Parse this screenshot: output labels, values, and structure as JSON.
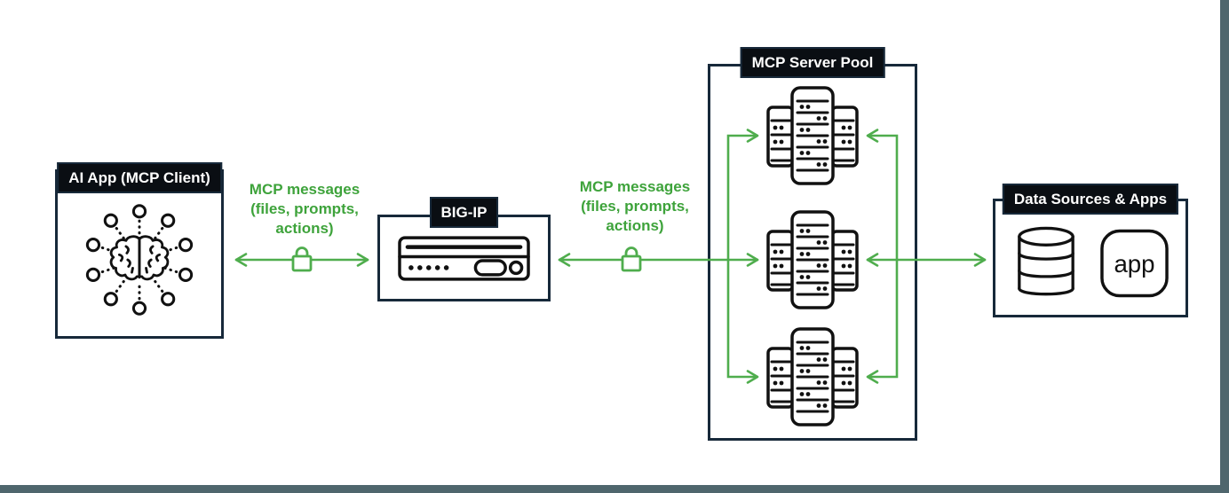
{
  "colors": {
    "arrow_green": "#4fad4d",
    "label_green": "#3ea33b",
    "box_border_navy": "#17293a",
    "title_bar_black": "#0a0e13",
    "icon_black": "#111111",
    "trim_slate": "#4f666d",
    "background": "#ffffff"
  },
  "nodes": {
    "ai_app": {
      "title": "AI App (MCP Client)",
      "icon": "brain-network-icon"
    },
    "bigip": {
      "title": "BIG-IP",
      "icon": "appliance-icon"
    },
    "server_pool": {
      "title": "MCP Server Pool",
      "icon": "server-stack-icon",
      "server_count": 3
    },
    "data_sources": {
      "title": "Data Sources & Apps",
      "icons": [
        "database-icon",
        "app-icon"
      ],
      "app_label": "app"
    }
  },
  "connections": {
    "client_to_bigip": {
      "label_lines": [
        "MCP messages",
        "(files, prompts,",
        "actions)"
      ],
      "secured_icon": "padlock-icon",
      "direction": "bidirectional"
    },
    "bigip_to_pool": {
      "label_lines": [
        "MCP messages",
        "(files, prompts,",
        "actions)"
      ],
      "secured_icon": "padlock-icon",
      "direction": "bidirectional"
    },
    "pool_to_sources": {
      "direction": "bidirectional"
    }
  }
}
